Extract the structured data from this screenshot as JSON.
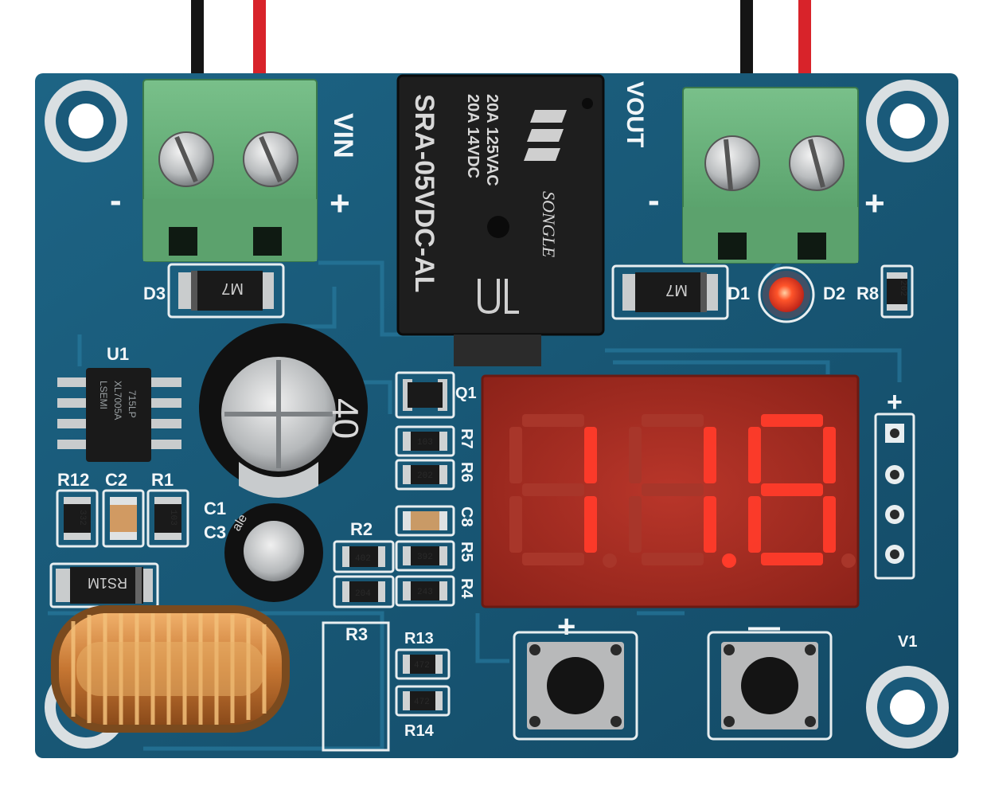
{
  "terminals": {
    "input_label": "VIN",
    "output_label": "VOUT",
    "minus": "-",
    "plus": "+"
  },
  "relay": {
    "model": "SRA-05VDC-AL",
    "rating1": "20A 14VDC",
    "rating2": "20A 125VAC",
    "brand": "SONGLE"
  },
  "display": {
    "reading": "11.8",
    "color": "#ff3b2a"
  },
  "labels": {
    "d1": "D1",
    "d2": "D2",
    "d3": "D3",
    "u1": "U1",
    "r1": "R1",
    "r2": "R2",
    "r3": "R3",
    "r4": "R4",
    "r5": "R5",
    "r6": "R6",
    "r7": "R7",
    "r8": "R8",
    "r12": "R12",
    "r13": "R13",
    "r14": "R14",
    "c1": "C1",
    "c2": "C2",
    "c3": "C3",
    "c8": "C8",
    "q1": "Q1",
    "v1": "V1",
    "btn_plus": "+",
    "btn_minus": "—",
    "header_plus": "+"
  },
  "parts": {
    "diode_code": "M7",
    "ic_line1": "LSEMI",
    "ic_line2": "XL7005A",
    "ic_line3": "715LP",
    "r1_code": "103",
    "r12_code": "332",
    "r2_code": "402",
    "r3_code": "204",
    "r4_code": "243",
    "r5_code": "392",
    "r6_code": "202",
    "r7_code": "103",
    "r8_code": "202",
    "r13_code": "472",
    "r14_code": "472",
    "schottky_code": "RS1M",
    "cap_large_mark": "40",
    "cap_small_mark": "ale"
  },
  "colors": {
    "pcb": "#1a5a7a",
    "terminal": "#5fa86f",
    "relay": "#1e1e1e",
    "copper": "#c9803a"
  }
}
